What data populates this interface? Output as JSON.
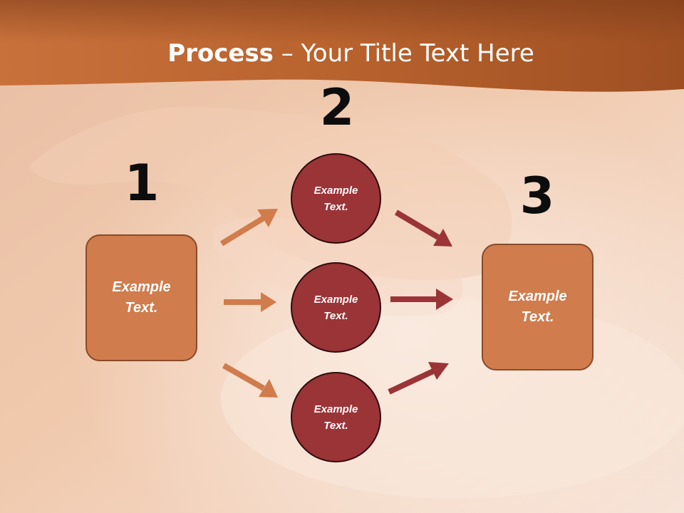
{
  "slide": {
    "title_bold": "Process",
    "title_rest": " – Your Title Text Here"
  },
  "steps": {
    "one": "1",
    "two": "2",
    "three": "3"
  },
  "left_box": {
    "line1": "Example",
    "line2": "Text."
  },
  "right_box": {
    "line1": "Example",
    "line2": "Text."
  },
  "circles": [
    {
      "line1": "Example",
      "line2": "Text."
    },
    {
      "line1": "Example",
      "line2": "Text."
    },
    {
      "line1": "Example",
      "line2": "Text."
    }
  ],
  "colors": {
    "header_band": "#b8622e",
    "box_fill": "#d07c4c",
    "box_border": "#8a4a2a",
    "circle_fill": "#9b3437",
    "circle_border": "#2e0c0d",
    "arrow_in": "#d07c4c",
    "arrow_out": "#9b3437"
  }
}
